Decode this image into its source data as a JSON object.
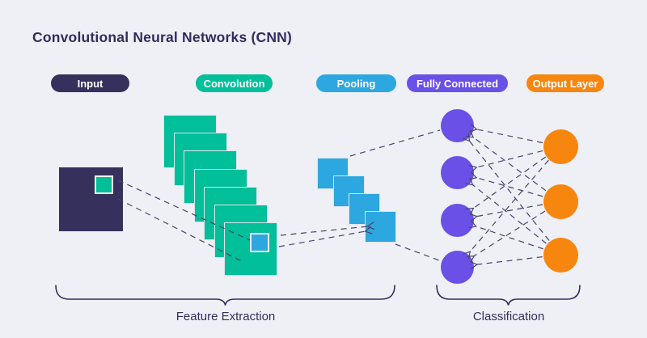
{
  "title": "Convolutional Neural Networks (CNN)",
  "stages": [
    {
      "id": "input",
      "label": "Input"
    },
    {
      "id": "convolution",
      "label": "Convolution"
    },
    {
      "id": "pooling",
      "label": "Pooling"
    },
    {
      "id": "fully-connected",
      "label": "Fully Connected"
    },
    {
      "id": "output-layer",
      "label": "Output Layer"
    }
  ],
  "sections": {
    "feature_extraction": "Feature Extraction",
    "classification": "Classification"
  },
  "diagram": {
    "convolution_sheets": 7,
    "pooling_sheets": 4,
    "fully_connected_nodes": 4,
    "output_nodes": 3
  },
  "colors": {
    "background": "#EEF0F5",
    "ink": "#312D5E",
    "input": "#36315C",
    "convolution": "#00BF99",
    "pooling": "#2CA7E0",
    "fully_connected": "#6A50E6",
    "output": "#F7860F",
    "connector": "#46446E",
    "patch_border": "#F3F5F9",
    "sheet_edge": "#DFE4ED"
  }
}
